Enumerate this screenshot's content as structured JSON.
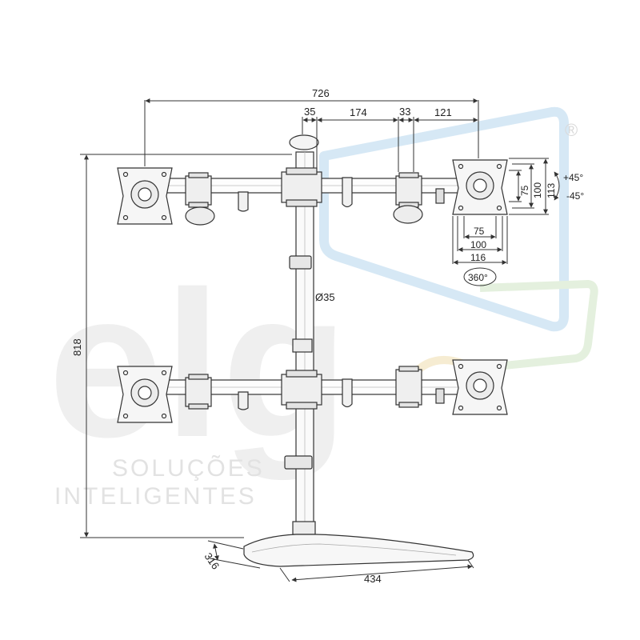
{
  "watermark": {
    "logo": "elg",
    "tagline_line1": "SOLUÇÕES",
    "tagline_line2": "INTELIGENTES",
    "registered_mark": "®"
  },
  "dimensions": {
    "total_width": "726",
    "pole_offset": "35",
    "arm_span": "174",
    "clamp_width": "33",
    "head_span": "121",
    "total_height": "818",
    "pole_diameter": "Ø35",
    "base_depth": "316",
    "base_width": "434",
    "vesa_75_h": "75",
    "vesa_100_h": "100",
    "vesa_113_h": "113",
    "vesa_75_w": "75",
    "vesa_100_w": "100",
    "vesa_116_w": "116",
    "tilt_up": "+45°",
    "tilt_down": "-45°",
    "rotation": "360°"
  },
  "colors": {
    "line": "#333333",
    "watermark_blue": "#cfe3f2",
    "watermark_green": "#dfeed8"
  }
}
